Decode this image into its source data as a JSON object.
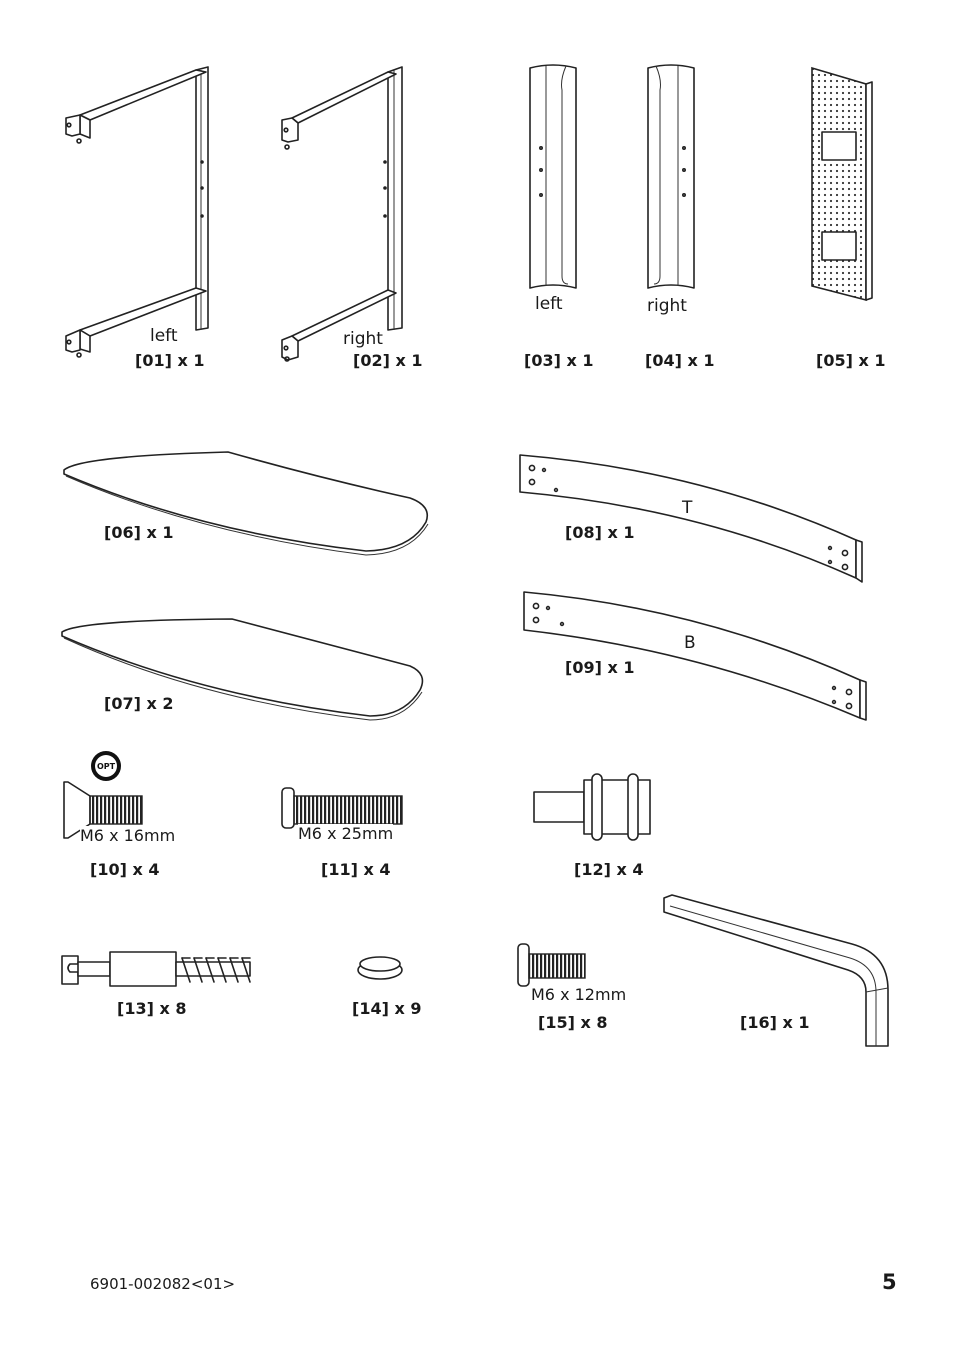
{
  "parts": [
    {
      "id": "01",
      "label": "[01] x 1",
      "sub": "left"
    },
    {
      "id": "02",
      "label": "[02] x 1",
      "sub": "right"
    },
    {
      "id": "03",
      "label": "[03] x 1",
      "sub": "left"
    },
    {
      "id": "04",
      "label": "[04] x 1",
      "sub": "right"
    },
    {
      "id": "05",
      "label": "[05] x 1"
    },
    {
      "id": "06",
      "label": "[06] x 1"
    },
    {
      "id": "07",
      "label": "[07] x 2"
    },
    {
      "id": "08",
      "label": "[08] x 1",
      "mark": "T"
    },
    {
      "id": "09",
      "label": "[09] x 1",
      "mark": "B"
    },
    {
      "id": "10",
      "label": "[10] x 4",
      "spec": "M6 x 16mm",
      "badge": "OPT"
    },
    {
      "id": "11",
      "label": "[11] x 4",
      "spec": "M6 x 25mm"
    },
    {
      "id": "12",
      "label": "[12] x 4"
    },
    {
      "id": "13",
      "label": "[13] x 8"
    },
    {
      "id": "14",
      "label": "[14] x 9"
    },
    {
      "id": "15",
      "label": "[15] x 8",
      "spec": "M6 x 12mm"
    },
    {
      "id": "16",
      "label": "[16] x 1"
    }
  ],
  "footer": {
    "doc_code": "6901-002082<01>",
    "page_number": "5"
  }
}
